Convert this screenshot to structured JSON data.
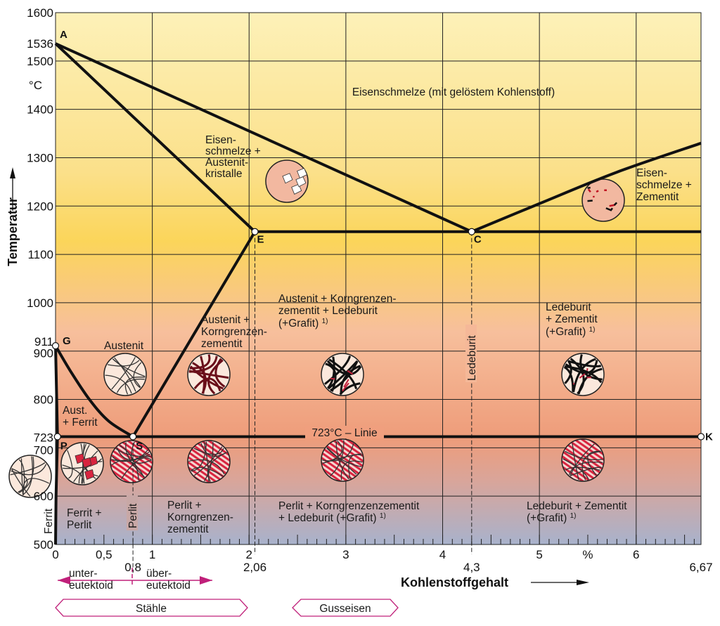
{
  "diagram": {
    "title": "",
    "ylabel": "Temperatur",
    "yunit": "°C",
    "xlabel": "Kohlenstoffgehalt",
    "xunit": "%",
    "x_range": [
      0,
      6.67
    ],
    "y_range": [
      500,
      1600
    ],
    "y_ticks": [
      {
        "value": 1600,
        "label": "1600"
      },
      {
        "value": 1536,
        "label": "1536"
      },
      {
        "value": 1500,
        "label": "1500"
      },
      {
        "value": 1400,
        "label": "1400"
      },
      {
        "value": 1300,
        "label": "1300"
      },
      {
        "value": 1200,
        "label": "1200"
      },
      {
        "value": 1100,
        "label": "1100"
      },
      {
        "value": 1000,
        "label": "1000"
      },
      {
        "value": 911,
        "label": "911"
      },
      {
        "value": 900,
        "label": "900"
      },
      {
        "value": 800,
        "label": "800"
      },
      {
        "value": 723,
        "label": "723"
      },
      {
        "value": 700,
        "label": "700"
      },
      {
        "value": 600,
        "label": "600"
      },
      {
        "value": 500,
        "label": "500"
      }
    ],
    "x_ticks": [
      {
        "value": 0,
        "label": "0"
      },
      {
        "value": 0.5,
        "label": "0,5"
      },
      {
        "value": 0.8,
        "label": "0,8"
      },
      {
        "value": 1,
        "label": "1"
      },
      {
        "value": 2,
        "label": "2"
      },
      {
        "value": 2.06,
        "label": "2,06"
      },
      {
        "value": 3,
        "label": "3"
      },
      {
        "value": 4,
        "label": "4"
      },
      {
        "value": 4.3,
        "label": "4,3"
      },
      {
        "value": 5,
        "label": "5"
      },
      {
        "value": 5.5,
        "label": "%"
      },
      {
        "value": 6,
        "label": "6"
      },
      {
        "value": 6.67,
        "label": "6,67"
      }
    ],
    "points": [
      {
        "name": "A",
        "c": 0,
        "t": 1536
      },
      {
        "name": "E",
        "c": 2.06,
        "t": 1147
      },
      {
        "name": "C",
        "c": 4.3,
        "t": 1147
      },
      {
        "name": "G",
        "c": 0,
        "t": 911
      },
      {
        "name": "P",
        "c": 0.02,
        "t": 723
      },
      {
        "name": "S",
        "c": 0.8,
        "t": 723
      },
      {
        "name": "K",
        "c": 6.67,
        "t": 723
      }
    ],
    "lines": {
      "liquidus_AC": [
        [
          0,
          1536
        ],
        [
          4.3,
          1147
        ]
      ],
      "liquidus_CD": [
        [
          4.3,
          1147
        ],
        [
          5.0,
          1205
        ],
        [
          5.8,
          1270
        ],
        [
          6.67,
          1330
        ]
      ],
      "solidus_AE": [
        [
          0,
          1536
        ],
        [
          2.06,
          1147
        ]
      ],
      "eutectic_EC_F": [
        [
          2.06,
          1147
        ],
        [
          6.67,
          1147
        ]
      ],
      "GS": [
        [
          0,
          911
        ],
        [
          0.15,
          860
        ],
        [
          0.35,
          800
        ],
        [
          0.55,
          755
        ],
        [
          0.8,
          723
        ]
      ],
      "SE": [
        [
          0.8,
          723
        ],
        [
          2.06,
          1147
        ]
      ],
      "PSK": [
        [
          0.02,
          723
        ],
        [
          6.67,
          723
        ]
      ],
      "GP": [
        [
          0,
          911
        ],
        [
          0.02,
          723
        ],
        [
          0.005,
          600
        ],
        [
          0,
          500
        ]
      ],
      "dashed": [
        0.8,
        2.06,
        4.3
      ]
    },
    "regions": {
      "melt": "Eisenschmelze (mit gelöstem Kohlenstoff)",
      "melt_austenite": [
        "Eisen-",
        "schmelze +",
        "Austenit-",
        "kristalle"
      ],
      "melt_cementite": [
        "Eisen-",
        "schmelze +",
        "Zementit"
      ],
      "aust_kgz_led": [
        "Austenit + Korngrenzen-",
        "zementit + Ledeburit",
        "(+Grafit)"
      ],
      "aust_kgz": [
        "Austenit +",
        "Korngrenzen-",
        "zementit"
      ],
      "led_zem_upper": [
        "Ledeburit",
        "+ Zementit",
        "(+Grafit)"
      ],
      "austenit": "Austenit",
      "aust_ferrit": [
        "Aust.",
        "+ Ferrit"
      ],
      "line723": "723°C – Linie",
      "ferrit_perlit": [
        "Ferrit +",
        "Perlit"
      ],
      "perlit_kgz": [
        "Perlit +",
        "Korngrenzen-",
        "zementit"
      ],
      "perlit_kgz_led": [
        "Perlit + Korngrenzenzementit",
        "+ Ledeburit (+Grafit)"
      ],
      "led_zem_lower": [
        "Ledeburit + Zementit",
        "(+Grafit)"
      ],
      "ferrit": "Ferrit",
      "perlit": "Perlit",
      "ledeburit": "Ledeburit",
      "footnote_mark": "1)"
    },
    "bottom": {
      "unter": [
        "unter-",
        "eutektoid"
      ],
      "ueber": [
        "über-",
        "eutektoid"
      ],
      "steels": "Stähle",
      "cast_iron": "Gusseisen"
    },
    "colors": {
      "top": "#fdf0b4",
      "gold": "#fbd860",
      "peach": "#f6b898",
      "salmon": "#ee9a78",
      "bottom": "#a9b1cb",
      "accent": "#c0207a"
    }
  }
}
